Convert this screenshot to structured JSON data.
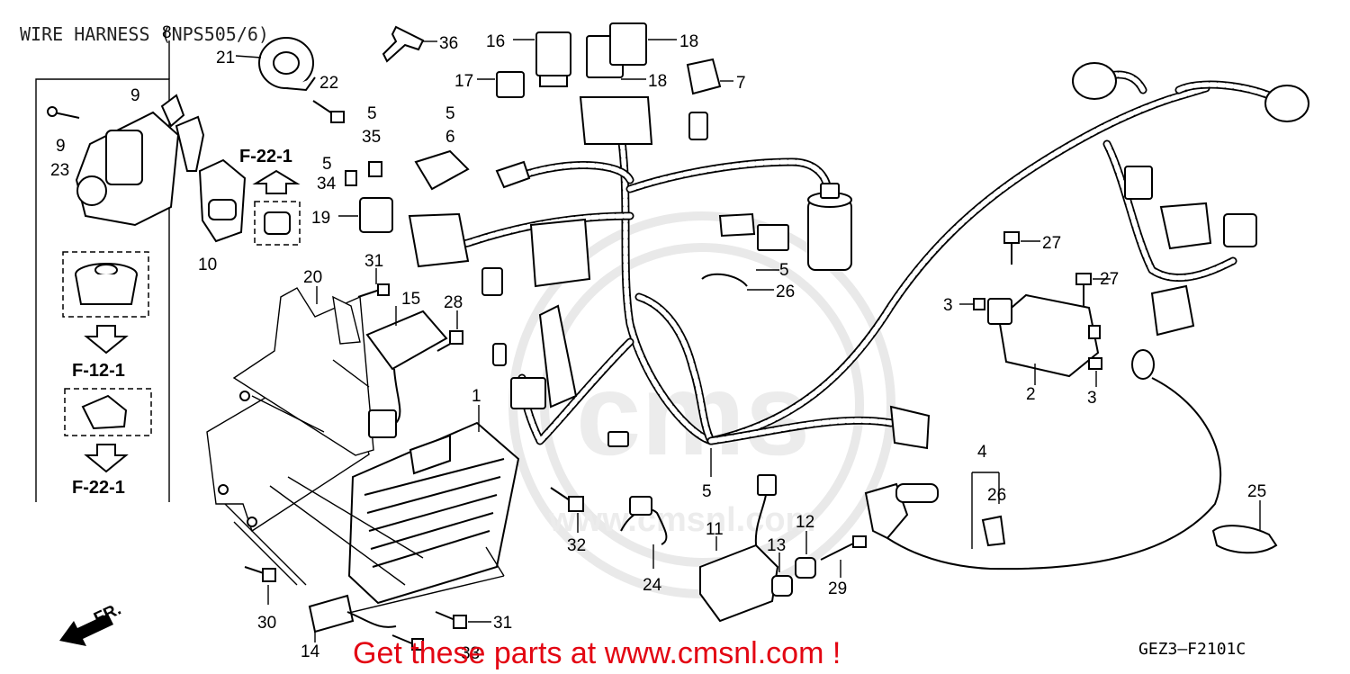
{
  "title": "WIRE HARNESS (NPS505/6)",
  "diagram_code": "GEZ3—F2101C",
  "promo_text": "Get these parts at www.cmsnl.com !",
  "watermark": {
    "brand": "cms",
    "url": "www.cmsnl.com"
  },
  "direction_label": "FR.",
  "refs": {
    "f22_top": "F-22-1",
    "f12": "F-12-1",
    "f22_bottom": "F-22-1"
  },
  "callouts": {
    "c1": "1",
    "c2": "2",
    "c3a": "3",
    "c3b": "3",
    "c4": "4",
    "c5a": "5",
    "c5b": "5",
    "c5c": "5",
    "c5d": "5",
    "c5e": "5",
    "c6": "6",
    "c7": "7",
    "c8": "8",
    "c9a": "9",
    "c9b": "9",
    "c10": "10",
    "c11": "11",
    "c12": "12",
    "c13": "13",
    "c14": "14",
    "c15": "15",
    "c16": "16",
    "c17": "17",
    "c18a": "18",
    "c18b": "18",
    "c19": "19",
    "c20": "20",
    "c21": "21",
    "c22": "22",
    "c23": "23",
    "c24": "24",
    "c25": "25",
    "c26a": "26",
    "c26b": "26",
    "c27a": "27",
    "c27b": "27",
    "c28": "28",
    "c29": "29",
    "c30": "30",
    "c31a": "31",
    "c31b": "31",
    "c32": "32",
    "c33": "33",
    "c34": "34",
    "c35": "35",
    "c36": "36"
  },
  "colors": {
    "ink": "#000000",
    "promo": "#e30613",
    "watermark": "#e9e9e9"
  }
}
